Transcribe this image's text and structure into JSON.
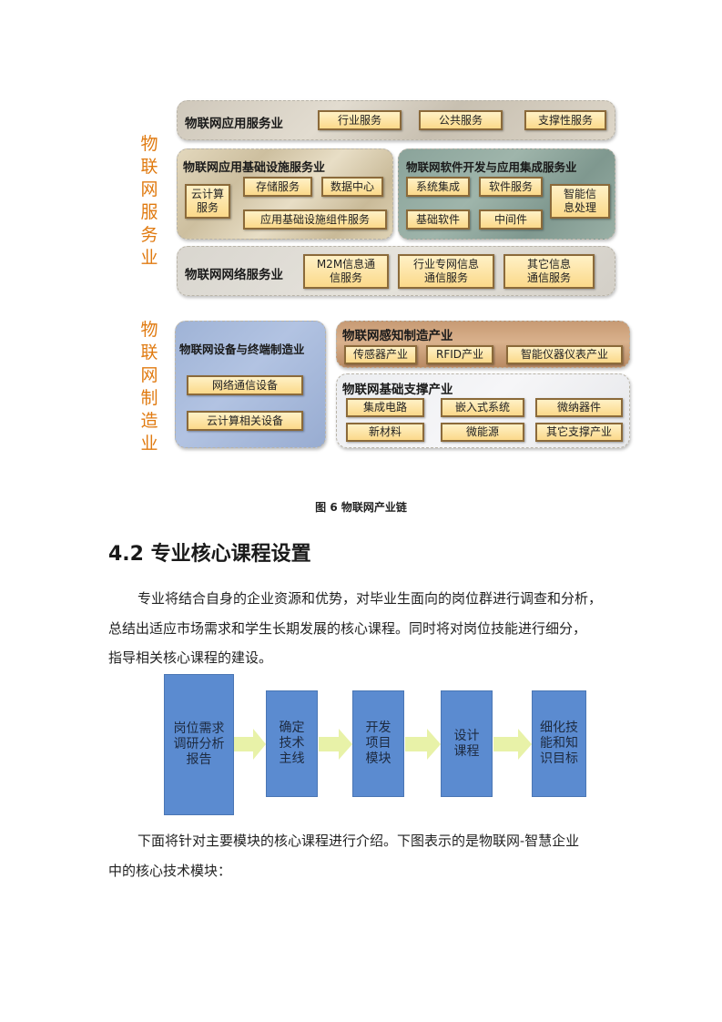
{
  "figure": {
    "service_label": "物\n联\n网\n服\n务\n业",
    "manufacture_label": "物\n联\n网\n制\n造\n业",
    "app_service": {
      "title": "物联网应用服务业",
      "items": [
        "行业服务",
        "公共服务",
        "支撑性服务"
      ]
    },
    "infra_service": {
      "title": "物联网应用基础设施服务业",
      "items": [
        "云计算\n服务",
        "存储服务",
        "数据中心",
        "应用基础设施组件服务"
      ]
    },
    "software_service": {
      "title": "物联网软件开发与应用集成服务业",
      "items": [
        "系统集成",
        "软件服务",
        "智能信\n息处理",
        "基础软件",
        "中间件"
      ]
    },
    "network_service": {
      "title": "物联网网络服务业",
      "items": [
        "M2M信息通\n信服务",
        "行业专网信息\n通信服务",
        "其它信息\n通信服务"
      ]
    },
    "device_manufacture": {
      "title": "物联网设备与终端制造业",
      "items": [
        "网络通信设备",
        "云计算相关设备"
      ]
    },
    "sensor_manufacture": {
      "title": "物联网感知制造产业",
      "items": [
        "传感器产业",
        "RFID产业",
        "智能仪器仪表产业"
      ]
    },
    "base_support": {
      "title": "物联网基础支撑产业",
      "items": [
        "集成电路",
        "嵌入式系统",
        "微纳器件",
        "新材料",
        "微能源",
        "其它支撑产业"
      ]
    },
    "caption": "图 6 物联网产业链"
  },
  "section": {
    "heading": "4.2 专业核心课程设置",
    "para1": [
      "专业将结合自身的企业资源和优势，对毕业生面向的岗位群进行调查和分析，",
      "总结出适应市场需求和学生长期发展的核心课程。同时将对岗位技能进行细分，",
      "指导相关核心课程的建设。"
    ],
    "para2": [
      "下面将针对主要模块的核心课程进行介绍。下图表示的是物联网-智慧企业",
      "中的核心技术模块："
    ]
  },
  "flow": {
    "steps": [
      "岗位需求\n调研分析\n报告",
      "确定\n技术\n主线",
      "开发\n项目\n模块",
      "设计\n课程",
      "细化技\n能和知\n识目标"
    ],
    "box_color": "#5b8bd0",
    "arrow_color": "#e8f2a8"
  },
  "colors": {
    "vertical_label": "#e07a10",
    "chip_fill": "#fbd98a",
    "chip_border": "#8b6a3a"
  }
}
